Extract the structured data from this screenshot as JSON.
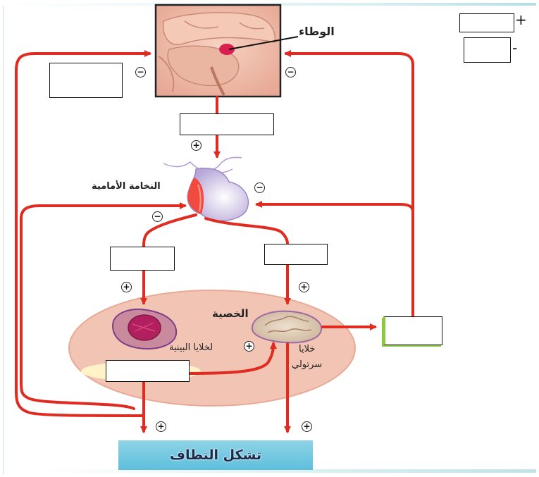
{
  "labels": {
    "hypothalamus": "الوطاء",
    "anterior_pituitary": "النخامة الأمامية",
    "testis": "الخصية",
    "interstitial_cells": "لخلايا البينية",
    "sertoli_cells_line1": "خلايا",
    "sertoli_cells_line2": "سرتولي",
    "sperm_formation": "تشكل النطاف"
  },
  "legend": {
    "plus": "+",
    "minus": "-"
  },
  "symbols": {
    "plus": "+",
    "minus": "−"
  },
  "colors": {
    "arrow_red": "#e02b20",
    "testis_fill": "#f2c4b4",
    "banner_blue": "#6cc6e0",
    "green_box_border": "#8dc63f"
  }
}
